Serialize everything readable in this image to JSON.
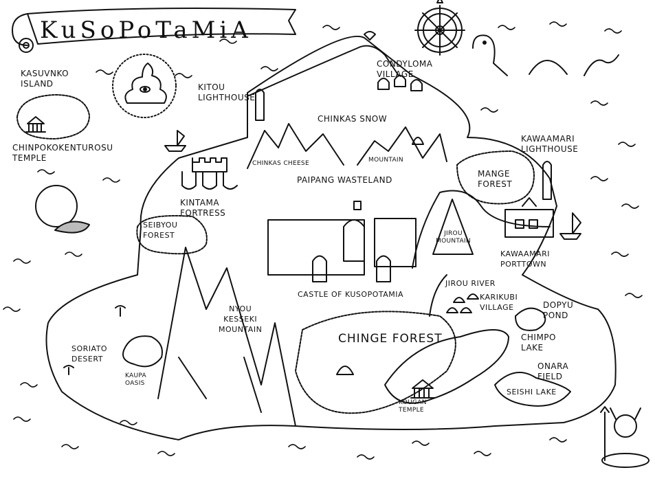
{
  "title": "KuSoPoTaMiA",
  "labels": {
    "kasuvnko_island": "KASUVNKO\nISLAND",
    "chinpoko_temple": "CHINPOKOKENTUROSU\nTEMPLE",
    "kitou_lighthouse": "KITOU\nLIGHTHOUSE",
    "condyloma_village": "CONDYLOMA\nVILLAGE",
    "chinkas_snow": "CHINKAS SNOW",
    "chinkas_cheese": "CHINKAS CHEESE",
    "mountain": "MOUNTAIN",
    "paipang_wasteland": "PAIPANG WASTELAND",
    "kawaamari_lighthouse": "KAWAAMARI\nLIGHTHOUSE",
    "mange_forest": "MANGE\nFOREST",
    "kintama_fortress": "KINTAMA\nFORTRESS",
    "seibyou_forest": "SEIBYOU\nFOREST",
    "jirou_mountain": "JIROU\nMOUNTAIN",
    "kawaamari_porttown": "KAWAAMARI\nPORTTOWN",
    "castle": "CASTLE OF KUSOPOTAMIA",
    "jirou_river": "JIROU RIVER",
    "karikubi_village": "KARIKUBI\nVILLAGE",
    "dopyu_pond": "DOPYU\nPOND",
    "nyou_kesseki": "NYOU\nKESSEKI\nMOUNTAIN",
    "chinge_forest": "CHINGE FOREST",
    "chimpo_lake": "CHIMPO\nLAKE",
    "onara_field": "ONARA\nFIELD",
    "soriato_desert": "SORIATO\nDESERT",
    "kaupa_oasis": "KAUPA\nOASIS",
    "seishi_lake": "SEISHI LAKE",
    "kougan_temple": "KOUGAN\nTEMPLE"
  },
  "icons": [
    "scroll-banner",
    "compass-rose",
    "poop-sun-icon",
    "sea-serpent-icon",
    "lighthouse-icon",
    "sailboat-icon",
    "moon-icon",
    "devil-swimmer-icon",
    "cave-icon",
    "village-hut-icon",
    "castle-icon",
    "temple-icon",
    "palm-tree-icon"
  ]
}
